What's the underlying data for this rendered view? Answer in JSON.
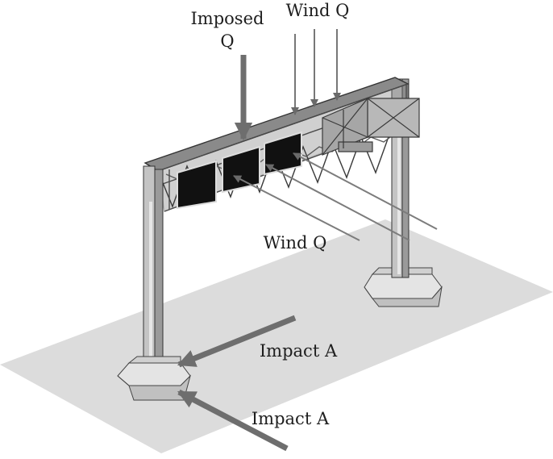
{
  "labels": {
    "imposed_line1": "Imposed",
    "imposed_line2": "Q",
    "wind_top": "Wind Q",
    "wind_side": "Wind Q",
    "impact_upper": "Impact A",
    "impact_lower": "Impact A"
  },
  "colors": {
    "ground": "#dcdcdc",
    "post_light": "#c4c4c4",
    "post_mid": "#a8a8a8",
    "post_dark": "#8a8a8a",
    "truss": "#555555",
    "sign": "#111111",
    "arrow_heavy": "#6e6e6e",
    "arrow_light": "#7c7c7c"
  }
}
